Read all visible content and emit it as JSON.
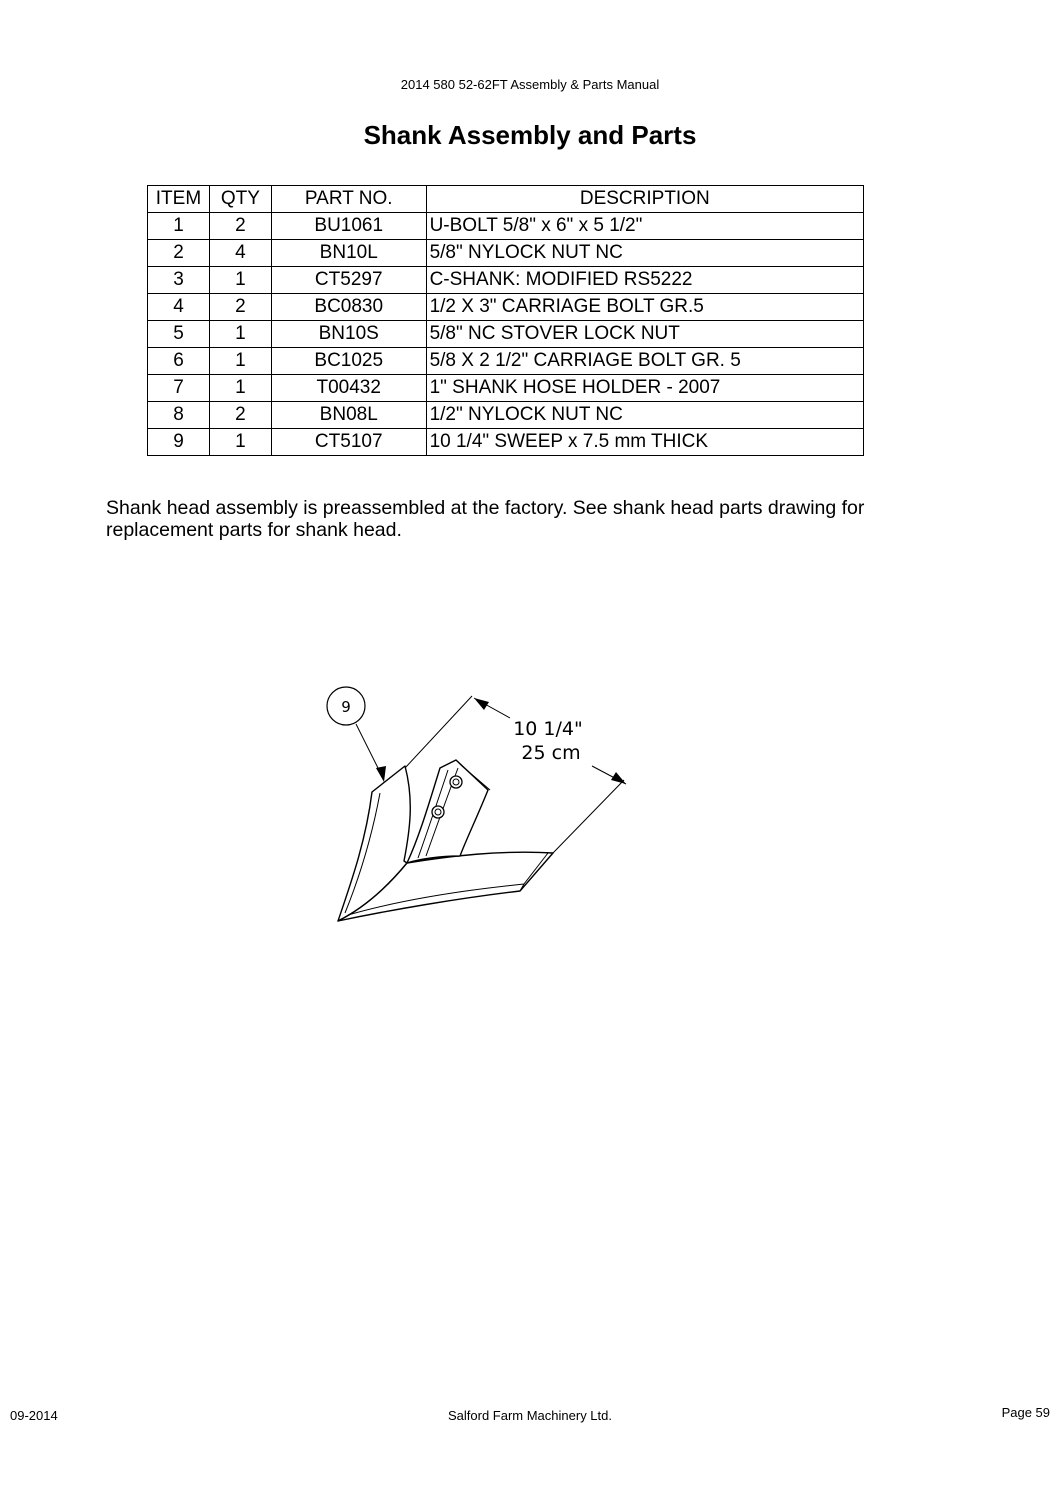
{
  "header": {
    "manual_title": "2014 580 52-62FT Assembly & Parts Manual"
  },
  "page_title": "Shank Assembly and Parts",
  "parts_table": {
    "headers": [
      "ITEM",
      "QTY",
      "PART NO.",
      "DESCRIPTION"
    ],
    "rows": [
      {
        "item": "1",
        "qty": "2",
        "part_no": "BU1061",
        "description": "U-BOLT 5/8\" x 6\" x 5 1/2\""
      },
      {
        "item": "2",
        "qty": "4",
        "part_no": "BN10L",
        "description": "5/8\" NYLOCK NUT NC"
      },
      {
        "item": "3",
        "qty": "1",
        "part_no": "CT5297",
        "description": "C-SHANK: MODIFIED RS5222"
      },
      {
        "item": "4",
        "qty": "2",
        "part_no": "BC0830",
        "description": "1/2 X 3\" CARRIAGE BOLT GR.5"
      },
      {
        "item": "5",
        "qty": "1",
        "part_no": "BN10S",
        "description": "5/8\" NC STOVER LOCK NUT"
      },
      {
        "item": "6",
        "qty": "1",
        "part_no": "BC1025",
        "description": "5/8 X 2 1/2\" CARRIAGE BOLT GR. 5"
      },
      {
        "item": "7",
        "qty": "1",
        "part_no": "T00432",
        "description": "1\" SHANK HOSE HOLDER - 2007"
      },
      {
        "item": "8",
        "qty": "2",
        "part_no": "BN08L",
        "description": "1/2\" NYLOCK NUT NC"
      },
      {
        "item": "9",
        "qty": "1",
        "part_no": "CT5107",
        "description": "10 1/4\" SWEEP x 7.5 mm THICK"
      }
    ]
  },
  "note": {
    "line1": "Shank head assembly is preassembled at the factory. See shank head parts drawing for",
    "line2": "replacement parts for shank head."
  },
  "drawing": {
    "callout_number": "9",
    "dimension_imperial": "10 1/4\"",
    "dimension_metric": "25 cm"
  },
  "footer": {
    "date": "09-2014",
    "company": "Salford Farm Machinery Ltd.",
    "page": "Page 59"
  }
}
